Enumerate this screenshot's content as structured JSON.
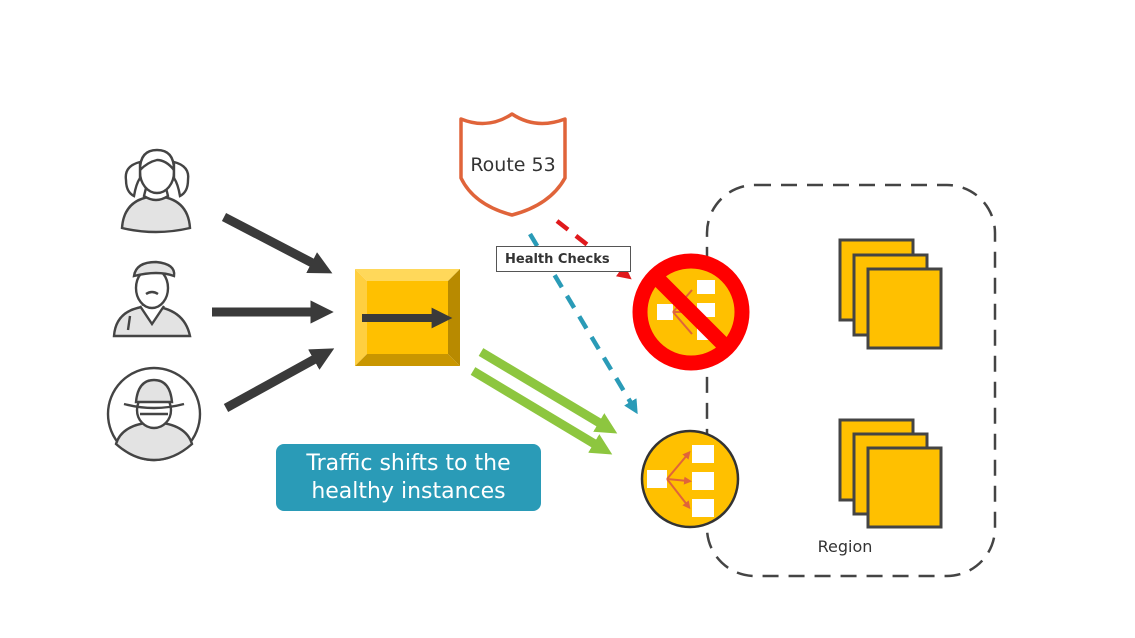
{
  "route53": {
    "label": "Route 53",
    "color": "#e0643a"
  },
  "health_checks": {
    "label": "Health Checks"
  },
  "callout": {
    "text": "Traffic shifts to the healthy instances",
    "color": "#2a9bb7"
  },
  "region": {
    "label": "Region"
  },
  "users": [
    {
      "name": "woman-user-icon"
    },
    {
      "name": "man-user-icon"
    },
    {
      "name": "spy-user-icon"
    }
  ],
  "colors": {
    "gold": "#ffc000",
    "arrow_dark": "#3a3a3a",
    "traffic_green": "#8dc63f",
    "check_red": "#e0191c",
    "check_blue": "#2a9bb7",
    "blocked_red": "#ff0000"
  }
}
